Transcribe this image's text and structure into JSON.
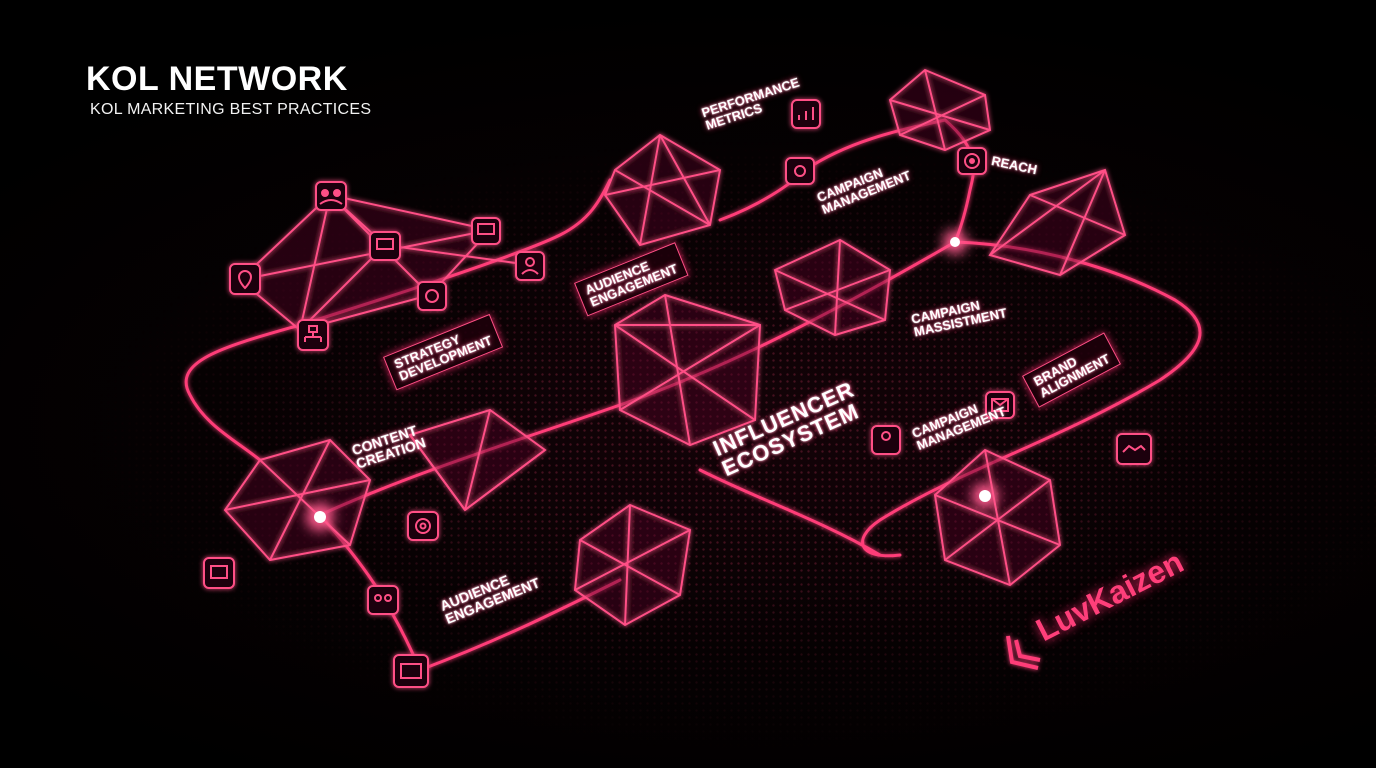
{
  "header": {
    "title": "KOL NETWORK",
    "subtitle": "KOL MARKETING BEST PRACTICES"
  },
  "labels": {
    "performance_metrics": "PERFORMANCE\nMETRICS",
    "reach": "REACH",
    "campaign_management_top": "CAMPAIGN\nMANAGEMENT",
    "audience_engagement_top": "AUDIENCE\nENGAGEMENT",
    "strategy_development": "STRATEGY\nDEVELOPMENT",
    "campaign_massistment": "CAMPAIGN\nMASSISTMENT",
    "influencer_ecosystem": "INFLUENCER\nECOSYSTEM",
    "brand_alignment": "BRAND\nALIGNMENT",
    "campaign_management_right": "CAMPAIGN\nMANAGEMENT",
    "content_creation": "CONTENT\nCREATION",
    "audience_engagement_bottom": "AUDIENCE\nENGAGEMENT"
  },
  "brand": {
    "logo_text": "LuvKaizen"
  },
  "colors": {
    "accent": "#ff2d6f",
    "glow": "#ff4f86",
    "background": "#000000"
  },
  "icons": [
    "people-icon",
    "presentation-icon",
    "location-pin-icon",
    "org-chart-icon",
    "gear-icon",
    "user-icon",
    "chart-icon",
    "target-icon",
    "email-icon",
    "at-sign-icon",
    "handshake-icon",
    "money-icon",
    "group-icon",
    "camera-icon"
  ]
}
